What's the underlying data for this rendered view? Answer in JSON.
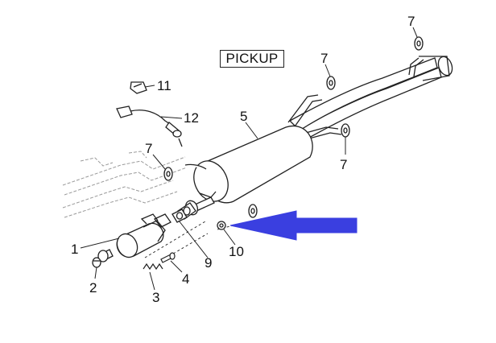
{
  "title_label": "PICKUP",
  "colors": {
    "line": "#222222",
    "frame": "#9a9a9a",
    "arrow": "#3a3fe0"
  },
  "callouts": [
    {
      "id": "1",
      "label": "1",
      "part": "catalytic-converter"
    },
    {
      "id": "2",
      "label": "2",
      "part": "stud-nut"
    },
    {
      "id": "3",
      "label": "3",
      "part": "spring"
    },
    {
      "id": "4",
      "label": "4",
      "part": "bolt"
    },
    {
      "id": "5",
      "label": "5",
      "part": "muffler"
    },
    {
      "id": "7a",
      "label": "7",
      "part": "rubber-mount"
    },
    {
      "id": "7b",
      "label": "7",
      "part": "rubber-mount"
    },
    {
      "id": "7c",
      "label": "7",
      "part": "rubber-mount"
    },
    {
      "id": "7d",
      "label": "7",
      "part": "rubber-mount"
    },
    {
      "id": "9",
      "label": "9",
      "part": "gasket"
    },
    {
      "id": "10",
      "label": "10",
      "part": "nut"
    },
    {
      "id": "11",
      "label": "11",
      "part": "clip"
    },
    {
      "id": "12",
      "label": "12",
      "part": "oxygen-sensor"
    }
  ],
  "pointer": {
    "icon": "left-arrow-icon"
  }
}
